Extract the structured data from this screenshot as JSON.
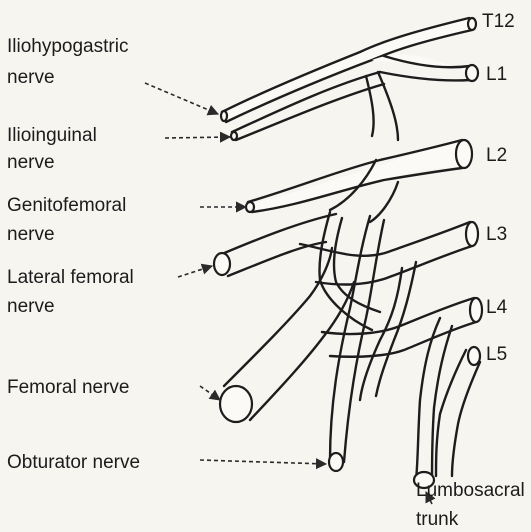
{
  "labels": {
    "iliohypogastric": [
      "Iliohypogastric",
      "nerve"
    ],
    "ilioinguinal": [
      "Ilioinguinal",
      "nerve"
    ],
    "genitofemoral": [
      "Genitofemoral",
      "nerve"
    ],
    "lateral_femoral": [
      "Lateral femoral",
      "nerve"
    ],
    "femoral": [
      "Femoral nerve"
    ],
    "obturator": [
      "Obturator nerve"
    ],
    "lumbosacral": [
      "Lumbosacral",
      "trunk"
    ]
  },
  "roots": {
    "t12": "T12",
    "l1": "L1",
    "l2": "L2",
    "l3": "L3",
    "l4": "L4",
    "l5": "L5"
  }
}
